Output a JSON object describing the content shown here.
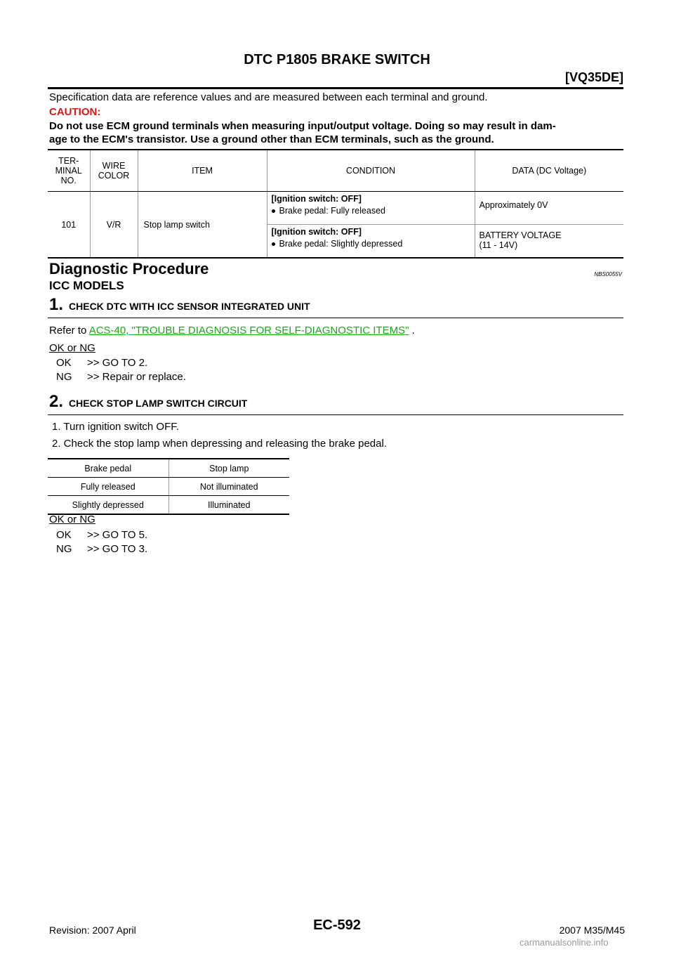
{
  "header": {
    "title": "DTC P1805 BRAKE SWITCH",
    "engine": "[VQ35DE]"
  },
  "intro": "Specification data are reference values and are measured between each terminal and ground.",
  "caution": {
    "heading": "CAUTION:",
    "line1": "Do not use ECM ground terminals when measuring input/output voltage. Doing so may result in dam-",
    "line2": "age to the ECM's transistor. Use a ground other than ECM terminals, such as the ground."
  },
  "spec_table": {
    "headers": {
      "terminal": [
        "TER-",
        "MINAL",
        "NO."
      ],
      "wire": [
        "WIRE",
        "COLOR"
      ],
      "item": "ITEM",
      "condition": "CONDITION",
      "data": "DATA (DC Voltage)"
    },
    "row": {
      "terminal": "101",
      "wire": "V/R",
      "item": "Stop lamp switch",
      "cond1_head": "[Ignition switch: OFF]",
      "cond1_item": "Brake pedal: Fully released",
      "data1": "Approximately 0V",
      "cond2_head": "[Ignition switch: OFF]",
      "cond2_item": "Brake pedal: Slightly depressed",
      "data2_line1": "BATTERY VOLTAGE",
      "data2_line2": "(11 - 14V)"
    }
  },
  "section": {
    "title": "Diagnostic Procedure",
    "code": "NBS0055V",
    "subtitle": "ICC MODELS"
  },
  "step1": {
    "num": "1.",
    "label": "CHECK DTC WITH ICC SENSOR INTEGRATED UNIT",
    "refer_prefix": "Refer to ",
    "link": "ACS-40, \"TROUBLE DIAGNOSIS FOR SELF-DIAGNOSTIC ITEMS\"",
    "refer_suffix": " .",
    "okng": "OK or NG",
    "ok_key": "OK",
    "ok_val": ">> GO TO 2.",
    "ng_key": "NG",
    "ng_val": ">> Repair or replace."
  },
  "step2": {
    "num": "2.",
    "label": "CHECK STOP LAMP SWITCH CIRCUIT",
    "item1": "1.   Turn ignition switch OFF.",
    "item2": "2.   Check the stop lamp when depressing and releasing the brake pedal.",
    "table": {
      "h1": "Brake pedal",
      "h2": "Stop lamp",
      "r1c1": "Fully released",
      "r1c2": "Not illuminated",
      "r2c1": "Slightly depressed",
      "r2c2": "Illuminated"
    },
    "okng": "OK or NG",
    "ok_key": "OK",
    "ok_val": ">> GO TO 5.",
    "ng_key": "NG",
    "ng_val": ">> GO TO 3."
  },
  "footer": {
    "revision": "Revision: 2007 April",
    "page": "EC-592",
    "model": "2007 M35/M45",
    "watermark": "carmanualsonline.info"
  }
}
